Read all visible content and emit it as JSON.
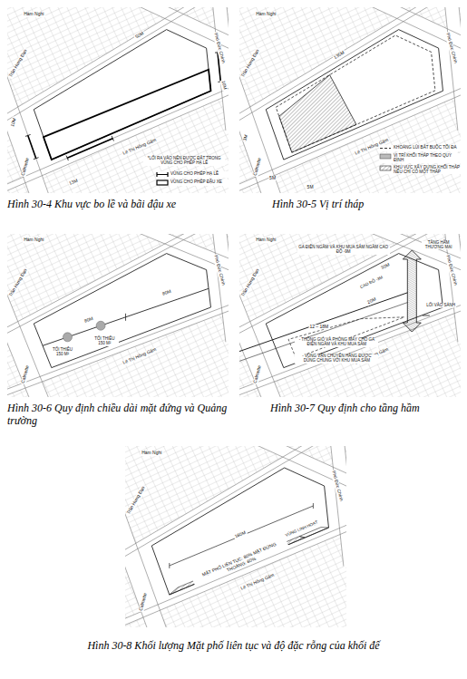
{
  "diagram": {
    "labels": [
      "Hàm Nghi",
      "Trần Hưng Đạo",
      "Phó Đức Chính",
      "Lê Thị Hồng Gấm",
      "Calmette",
      "50M",
      "10M",
      "13M",
      "10M",
      "*LỐI RA VÀO NÊN ĐƯỢC ĐẶT TRONG VÙNG CHO PHÉP HẠ LỀ",
      "Hàm Nghi",
      "Trần Hưng Đạo",
      "Phó Đức Chính",
      "Lê Thị Hồng Gấm",
      "Calmette",
      "135M",
      "3M",
      "5M",
      "5M",
      "Hàm Nghi",
      "Trần Hưng Đạo",
      "Phó Đức Chính",
      "Lê Thị Hồng Gấm",
      "Calmette",
      "80M",
      "80M",
      "TỐI THIỂU 150 M²",
      "TỐI THIỂU 150 M²",
      "Hàm Nghi",
      "Trần Hưng Đạo",
      "Phó Đức Chính",
      "Lê Thị Hồng Gấm",
      "Calmette",
      "GA ĐIỆN NGẦM VÀ KHU MUA SẮM NGẦM CAO ĐỘ -9M",
      "TẦNG HẦM THƯƠNG MẠI",
      "LỐI VÀO SẢNH",
      "CAO ĐỘ -3M",
      "20M",
      "12 – 18M",
      "- THÔNG GIÓ VÀ PHÒNG MÁY CHO GA ĐIỆN NGẦM VÀ KHU MUA SẮM",
      "- VÙNG VẬN CHUYỂN HÀNG ĐƯỢC DÙNG CHUNG VỚI KHU MUA SẮM",
      "30M",
      "Hàm Nghi",
      "Trần Hưng Đạo",
      "Phó Đức Chính",
      "Lê Thị Hồng Gấm",
      "Calmette",
      "160M",
      "MẶT PHỐ LIÊN TỤC: 80% MẶT ĐỨNG THOÁNG: 60%",
      "VÙNG LINH HOẠT",
      "Hình 30-4 Khu vực bo lề và bãi đậu xe",
      "Hình 30-5 Vị trí tháp",
      "Hình 30-6 Quy định chiều dài mặt đứng và Quảng trường",
      "Hình 30-7 Quy định cho tầng hầm",
      "Hình 30-8 Khối lượng Mặt phố liên tục và độ đặc rỗng của khối đế"
    ],
    "legend": [
      {
        "text": "VÙNG CHO PHÉP HẠ LỀ"
      },
      {
        "text": "VÙNG CHO PHÉP ĐẬU XE"
      },
      {
        "text": "KHOẢNG LÙI BẮT BUỘC TỐI ĐA"
      },
      {
        "text": "VỊ TRÍ KHỐI THÁP THEO QUY ĐỊNH"
      },
      {
        "text": "KHU VỰC XÂY DỰNG KHỐI THÁP NẾU CHỈ CÓ MỘT THÁP"
      }
    ]
  }
}
